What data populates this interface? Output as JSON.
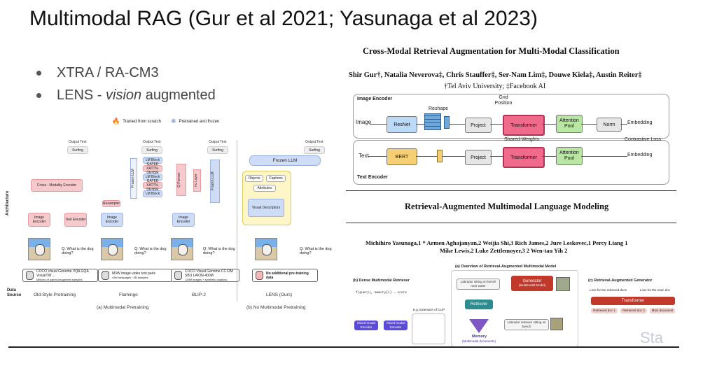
{
  "slide": {
    "title": "Multimodal RAG (Gur et al 2021; Yasunaga et al 2023)",
    "bullets": [
      {
        "plain": "XTRA / RA-CM3"
      },
      {
        "plain": "LENS - ",
        "italic": "vision",
        "rest": " augmented"
      }
    ]
  },
  "left_figure": {
    "legend": {
      "trained": "Trained from scratch",
      "frozen": "Pretrained and frozen"
    },
    "side_labels": {
      "architecture": "Architecture",
      "data_source": "Data Source"
    },
    "output_text": "Output Text",
    "surfing": "Surfing",
    "question": "Q: What is the dog doing?",
    "old_style": {
      "cross_modality": "Cross - Modality Encoder",
      "image_encoder": "Image Encoder",
      "text_encoder": "Text Encoder",
      "data": "COCO  Visual Genome  VQA  GQA  VisualTW ...",
      "data_sub": "Millions of paired image/text samples",
      "caption": "Old-Style Pretraining"
    },
    "flamingo": {
      "frozen_llm": "Frozen LLM",
      "resampler": "Resampler",
      "image_encoder": "Image Encoder",
      "layers": [
        "LM Block",
        "GATED XATTN-DENSE",
        "LM Block",
        "GATED XATTN-DENSE",
        "LM Block"
      ],
      "data": "M3W   image-video text pairs",
      "data_sub": "43M webpages   ~2B samples",
      "caption": "Flamingo"
    },
    "blip2": {
      "qformer": "Q-Former",
      "fc": "FC Layer",
      "frozen_llm": "Frozen LLM",
      "image_encoder": "Image Encoder",
      "data": "COCO  Visual Genome  CC12M  SBU  LAION-400M",
      "data_sub": "129M images + synthetic captions",
      "caption": "BLIP-2"
    },
    "lens": {
      "frozen_llm": "Frozen LLM",
      "objects": "Objects",
      "captions": "Captions",
      "attributes": "Attributes",
      "visual_descriptors": "Visual Descriptors",
      "data": "No additional pre-training data",
      "caption": "LENS (Ours)"
    },
    "group_captions": {
      "multimodal": "(a) Multimodal Pretraining",
      "no_multimodal": "(b) No Multimodal Pretraining"
    }
  },
  "paper_xtra": {
    "title": "Cross-Modal Retrieval Augmentation for Multi-Modal Classification",
    "authors": "Shir Gur†, Natalia Neverova‡, Chris Stauffer‡, Ser-Nam Lim‡, Douwe Kiela‡, Austin Reiter‡",
    "affiliations": "†Tel Aviv University; ‡Facebook AI",
    "image_encoder_label": "Image Encoder",
    "text_encoder_label": "Text Encoder",
    "image": "Image",
    "text": "Text",
    "resnet": "ResNet",
    "bert": "BERT",
    "reshape": "Reshape",
    "grid_position": "Grid Position",
    "project": "Project",
    "transformer": "Transformer",
    "shared_weights": "Shared-Weights",
    "attention_pool": "Attention Pool",
    "norm": "Norm",
    "embedding": "Embedding",
    "contrastive_loss": "Contrastive Loss"
  },
  "paper_retro": {
    "title": "Retrieval-Augmented Multimodal Language Modeling",
    "authors_line1": "Michihiro Yasunaga,1 *   Armen Aghajanyan,2   Weijia Shi,3   Rich James,2   Jure Leskovec,1   Percy Liang 1",
    "authors_line2": "Mike Lewis,2   Luke Zettlemoyer,3 2   Wen-tau Yih 2",
    "panel_a": "(a) Overview of Retrieval-Augmented Multimodal Model",
    "panel_b": "(b) Dense Multimodal Retriever",
    "panel_c": "(c) Retrieval-Augmented Generator",
    "query_text": "Labrador sitting on bench near water",
    "generator": "Generator",
    "generator_sub": "(Multimodal Model)",
    "retriever": "Retriever",
    "memory": "Memory",
    "memory_sub": "(Multimodal documents)",
    "retrieved_text": "Labrador retriever sitting on bench",
    "transformer": "Transformer",
    "mixed_modal_encoder": "Mixed-modal Encoder",
    "query_code": "f(query), memory[i] → score",
    "eg_clip": "E.g. Extension of CLIP",
    "loss_retrieved": "Loss for the retrieved docs",
    "loss_main": "Loss for the main doc",
    "retrieved_doc1": "Retrieved doc 1",
    "retrieved_doc2": "Retrieved doc 2",
    "main_document": "Main document",
    "watermark": "Sta"
  }
}
